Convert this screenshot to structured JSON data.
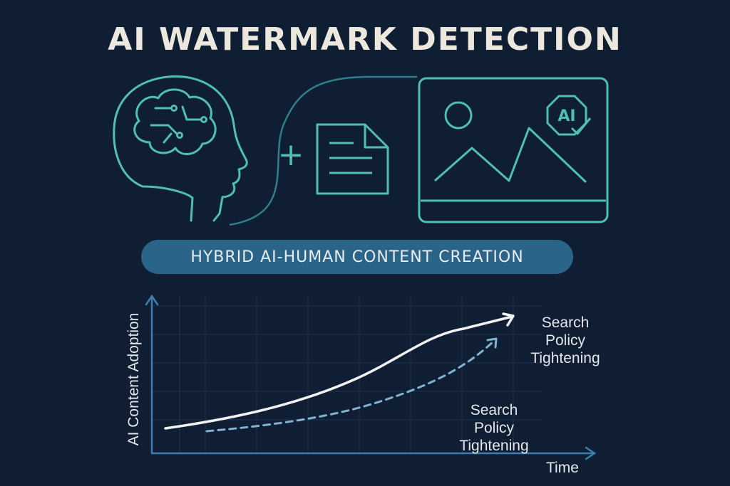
{
  "title": "AI WATERMARK DETECTION",
  "banner": "HYBRID AI-HUMAN CONTENT CREATION",
  "badge": "AI",
  "plus": "+",
  "chart_data": {
    "type": "line",
    "title": "",
    "xlabel": "Time",
    "ylabel": "AI Content Adoption",
    "grid": true,
    "series": [
      {
        "style": "solid",
        "color": "#f2f2f2"
      },
      {
        "style": "dashed",
        "color": "#7fb3cf"
      }
    ],
    "annotations": [
      "Search\nPolicy\nTightening",
      "Search\nPolicy\nTightening"
    ]
  },
  "colors": {
    "background": "#0f1e33",
    "teal": "#4fbfb0",
    "banner": "#2a6488"
  }
}
